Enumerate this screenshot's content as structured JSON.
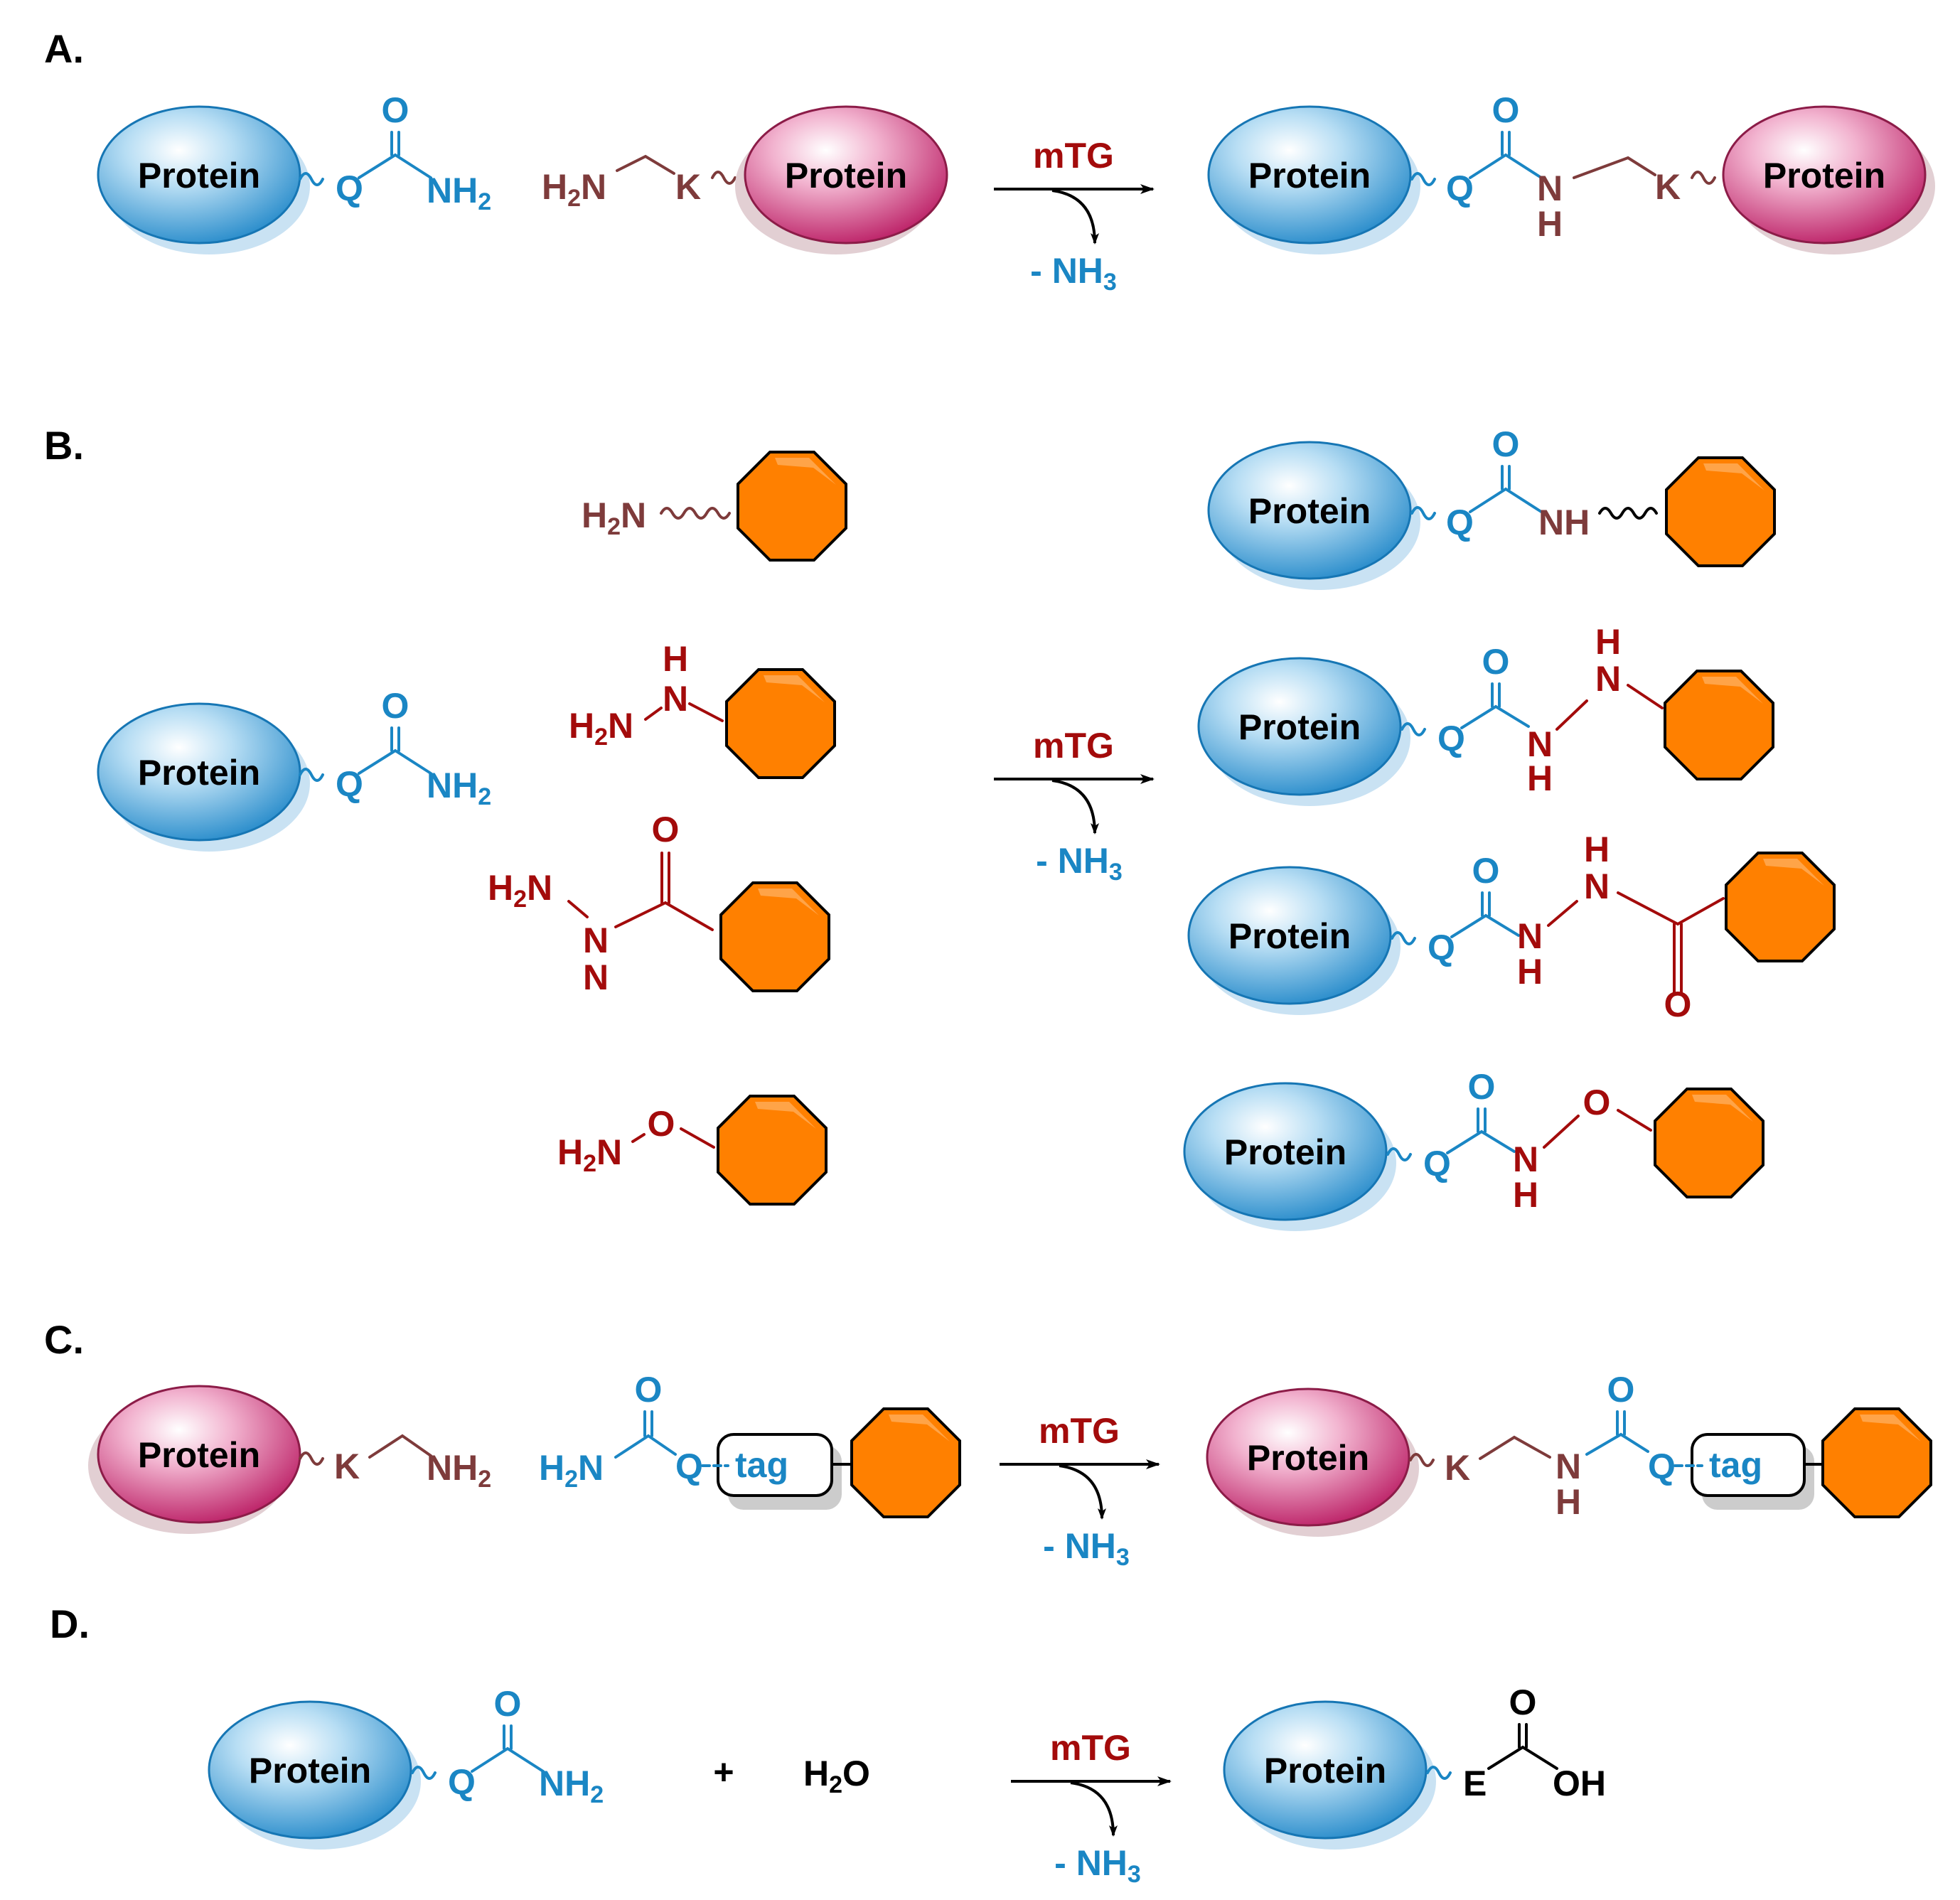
{
  "sections": {
    "a": "A.",
    "b": "B.",
    "c": "C.",
    "d": "D."
  },
  "labels": {
    "protein": "Protein",
    "enzyme": "mTG",
    "byproduct": "- NH3",
    "q": "Q",
    "k": "K",
    "e": "E",
    "o": "O",
    "n": "N",
    "h": "H",
    "nh": "NH",
    "nh2": "NH2",
    "h2n": "H2N",
    "oh": "OH",
    "water": "H2O",
    "plus": "+",
    "tag": "tag"
  },
  "colors": {
    "glutamine_blue": "#1a86c4",
    "lysine_maroon": "#7e3b3b",
    "nucleophile_red": "#a30b0b",
    "enzyme_red": "#a30b0b",
    "payload_orange": "#ff8000",
    "protein_blue": "#2f95d2",
    "protein_magenta": "#c0236c"
  },
  "icons": {
    "blue_protein": "blue-protein-ellipse",
    "magenta_protein": "magenta-protein-ellipse",
    "payload": "orange-octagon",
    "arrow": "reaction-arrow-with-curved-byproduct-arrow"
  }
}
